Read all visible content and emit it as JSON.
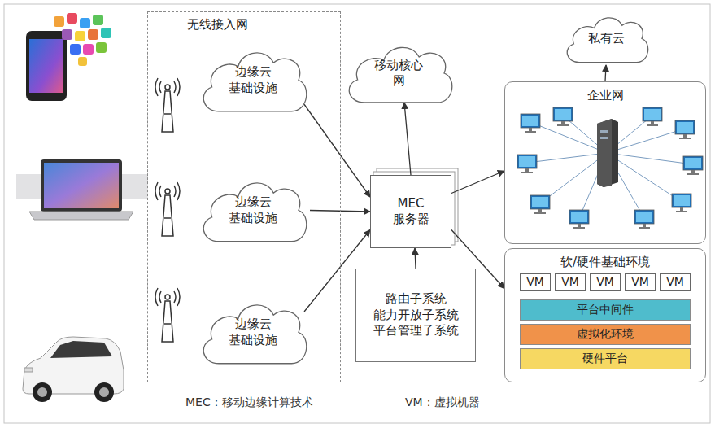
{
  "diagram": {
    "nodes": [
      {
        "text": [
          "无线接入网"
        ]
      },
      {
        "text": [
          "边缘云 基础设施"
        ],
        "in": 0
      },
      {
        "text": [
          "边缘云 基础设施"
        ],
        "in": 0
      },
      {
        "text": [
          "边缘云 基础设施"
        ],
        "in": 0
      },
      {
        "text": [
          "移动核心网"
        ]
      },
      {
        "text": [
          "MEC 服务器"
        ]
      },
      {
        "text": [
          "路由子系统",
          "能力开放子系统",
          "平台管理子系统"
        ]
      },
      {
        "text": [
          "私有云"
        ]
      },
      {
        "text": [
          "企业网"
        ]
      },
      {
        "text": [
          "软/硬件基础环境"
        ]
      },
      {
        "text": [
          "VM"
        ],
        "in": 9
      },
      {
        "text": [
          "VM"
        ],
        "in": 9
      },
      {
        "text": [
          "VM"
        ],
        "in": 9
      },
      {
        "text": [
          "VM"
        ],
        "in": 9
      },
      {
        "text": [
          "VM"
        ],
        "in": 9
      },
      {
        "text": [
          "平台中间件"
        ],
        "in": 9
      },
      {
        "text": [
          "虚拟化环境"
        ],
        "in": 9
      },
      {
        "text": [
          "硬件平台"
        ],
        "in": 9
      }
    ],
    "edges": [
      {
        "from": 1,
        "to": 5,
        "arrow": "to"
      },
      {
        "from": 2,
        "to": 5,
        "arrow": "to"
      },
      {
        "from": 3,
        "to": 5,
        "arrow": "to"
      },
      {
        "from": 5,
        "to": 4,
        "arrow": "to"
      },
      {
        "from": 6,
        "to": 5,
        "arrow": "to"
      },
      {
        "from": 5,
        "to": 8,
        "arrow": "to"
      },
      {
        "from": 5,
        "to": 9,
        "arrow": "to"
      },
      {
        "from": 8,
        "to": 7,
        "arrow": "to"
      }
    ],
    "labels": [
      "MEC：移动边缘计算技术",
      "VM：虚拟机器"
    ]
  }
}
